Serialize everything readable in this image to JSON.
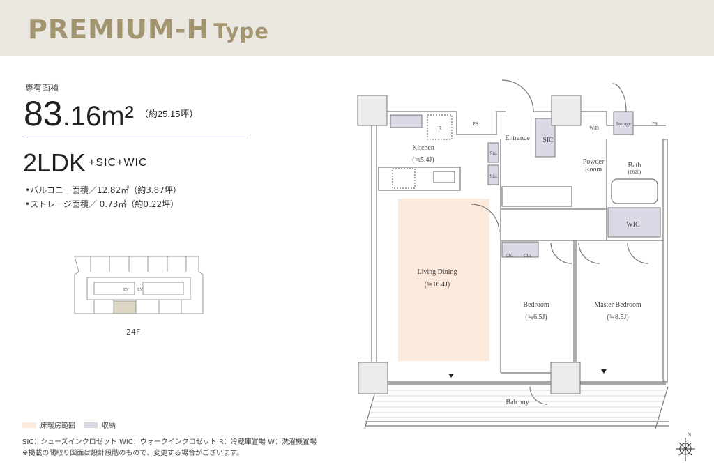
{
  "header": {
    "title": "PREMIUM-H",
    "subtitle": "Type"
  },
  "summary": {
    "area_label": "専有面積",
    "area_int": "83",
    "area_dec": ".16",
    "area_unit": "m²",
    "area_tsubo": "（約25.15坪）",
    "layout": "2LDK",
    "layout_ext": "+SIC+WIC",
    "balcony": "•バルコニー面積／12.82㎡（約3.87坪）",
    "storage": "•ストレージ面積／ 0.73㎡（約0.22坪）"
  },
  "key_plan": {
    "floor": "24F",
    "ev": "EV",
    "highlight_color": "#ddd6c3"
  },
  "legend": {
    "items": [
      {
        "label": "床暖房範囲",
        "color": "#fbe9dc"
      },
      {
        "label": "収納",
        "color": "#d9d9e6"
      }
    ],
    "abbreviations": "SIC：シューズインクロゼット WIC：ウォークインクロゼット R：冷蔵庫置場 W：洗濯機置場",
    "disclaimer": "※掲載の間取り図面は設計段階のもので、変更する場合がございます。"
  },
  "floor_plan": {
    "rooms": {
      "kitchen": "Kitchen",
      "kitchen_size": "(≒5.4J)",
      "entrance": "Entrance",
      "sic": "SIC",
      "powder": "Powder",
      "powder2": "Room",
      "bath": "Bath",
      "bath_size": "(1620)",
      "wic": "WIC",
      "storage": "Storage",
      "ps": "PS",
      "r": "R",
      "wd": "W/D",
      "sto": "Sto.",
      "clo": "Clo.",
      "living": "Living Dining",
      "living_size": "(≒16.4J)",
      "bedroom": "Bedroom",
      "bedroom_size": "(≒6.5J)",
      "master": "Master Bedroom",
      "master_size": "(≒8.5J)",
      "balcony": "Balcony"
    },
    "compass": "N"
  }
}
